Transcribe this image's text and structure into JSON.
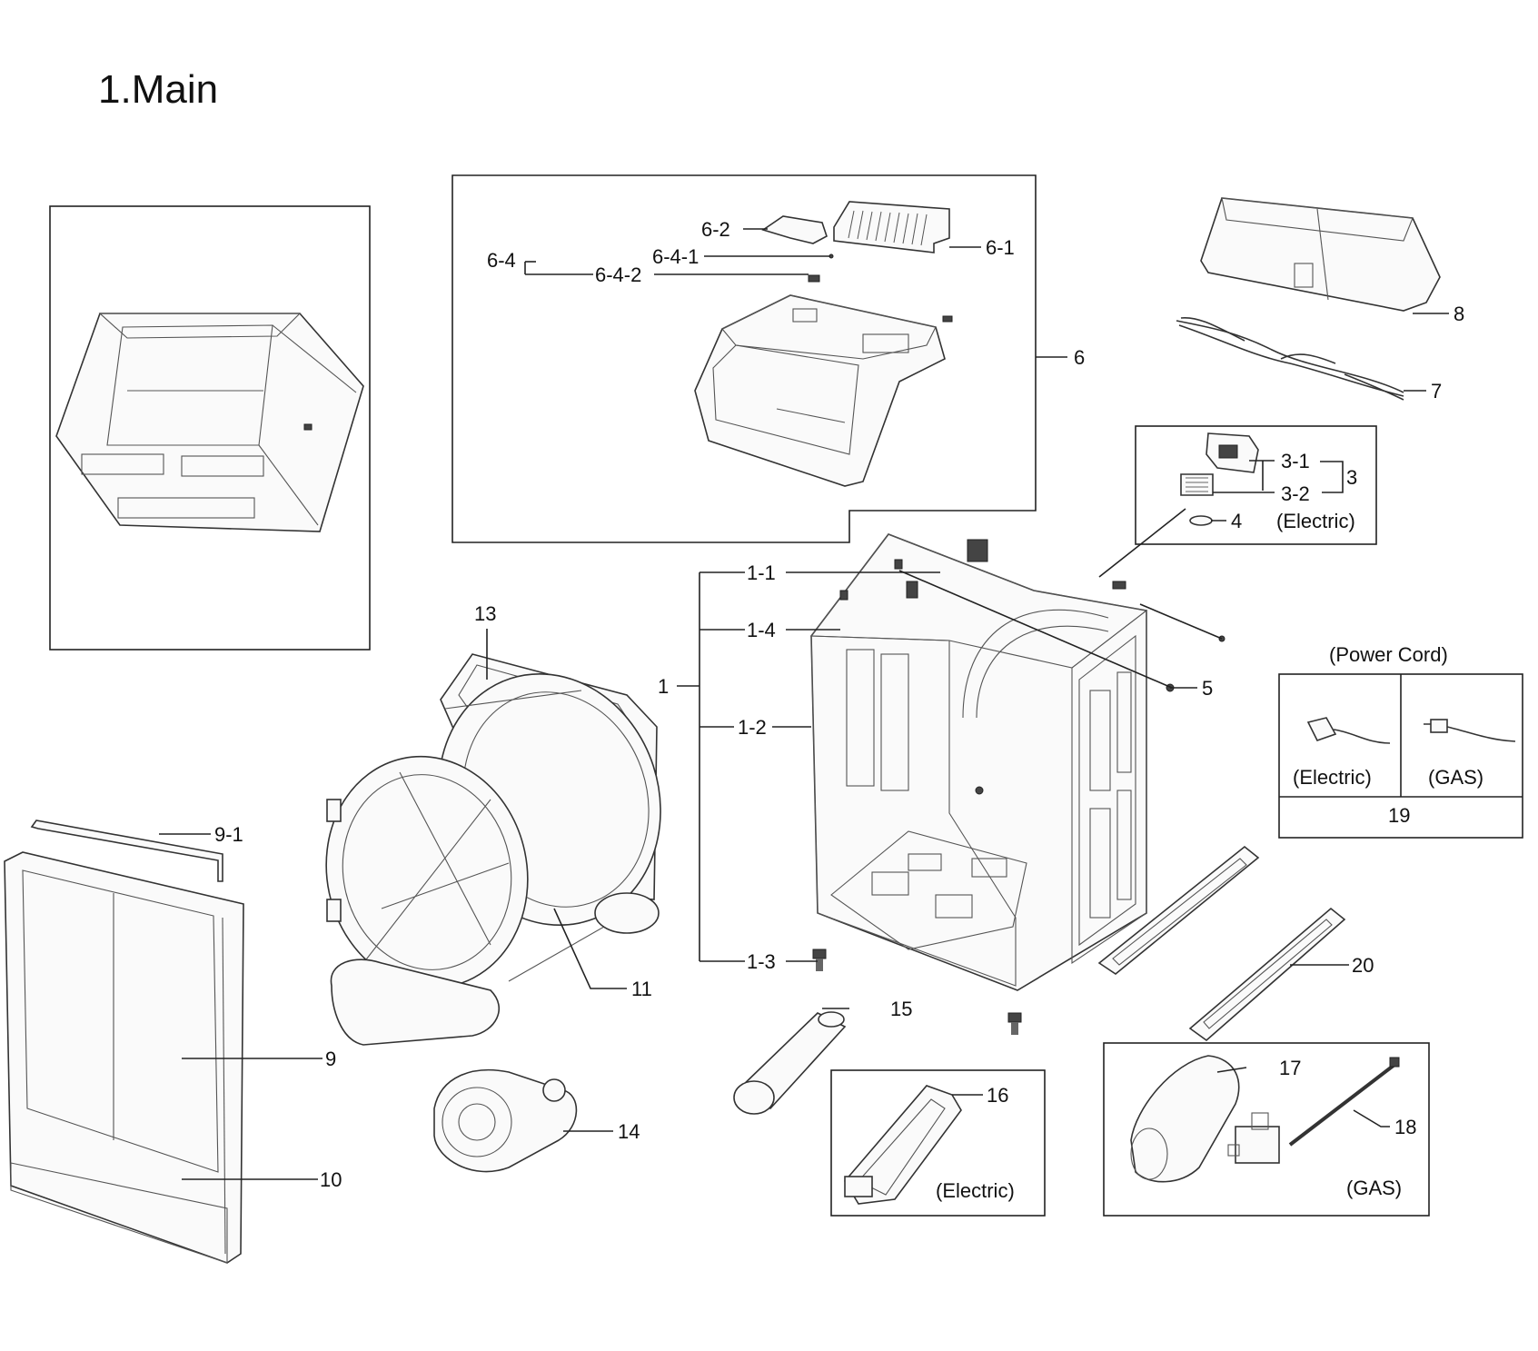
{
  "title": "1.Main",
  "labels": {
    "l6_2": "6-2",
    "l6_1": "6-1",
    "l6_4": "6-4",
    "l6_4_1": "6-4-1",
    "l6_4_2": "6-4-2",
    "l6": "6",
    "l8": "8",
    "l7": "7",
    "l3_1": "3-1",
    "l3_2": "3-2",
    "l3": "3",
    "l4": "4",
    "l3_electric": "(Electric)",
    "l1_1": "1-1",
    "l1_4": "1-4",
    "l1": "1",
    "l1_2": "1-2",
    "l1_3": "1-3",
    "l5": "5",
    "l13": "13",
    "l11": "11",
    "l15": "15",
    "l14": "14",
    "l9_1": "9-1",
    "l9": "9",
    "l10": "10",
    "power_cord": "(Power Cord)",
    "pc_electric": "(Electric)",
    "pc_gas": "(GAS)",
    "l19": "19",
    "l20": "20",
    "l16": "16",
    "l16_electric": "(Electric)",
    "l17": "17",
    "l18": "18",
    "l18_gas": "(GAS)"
  }
}
